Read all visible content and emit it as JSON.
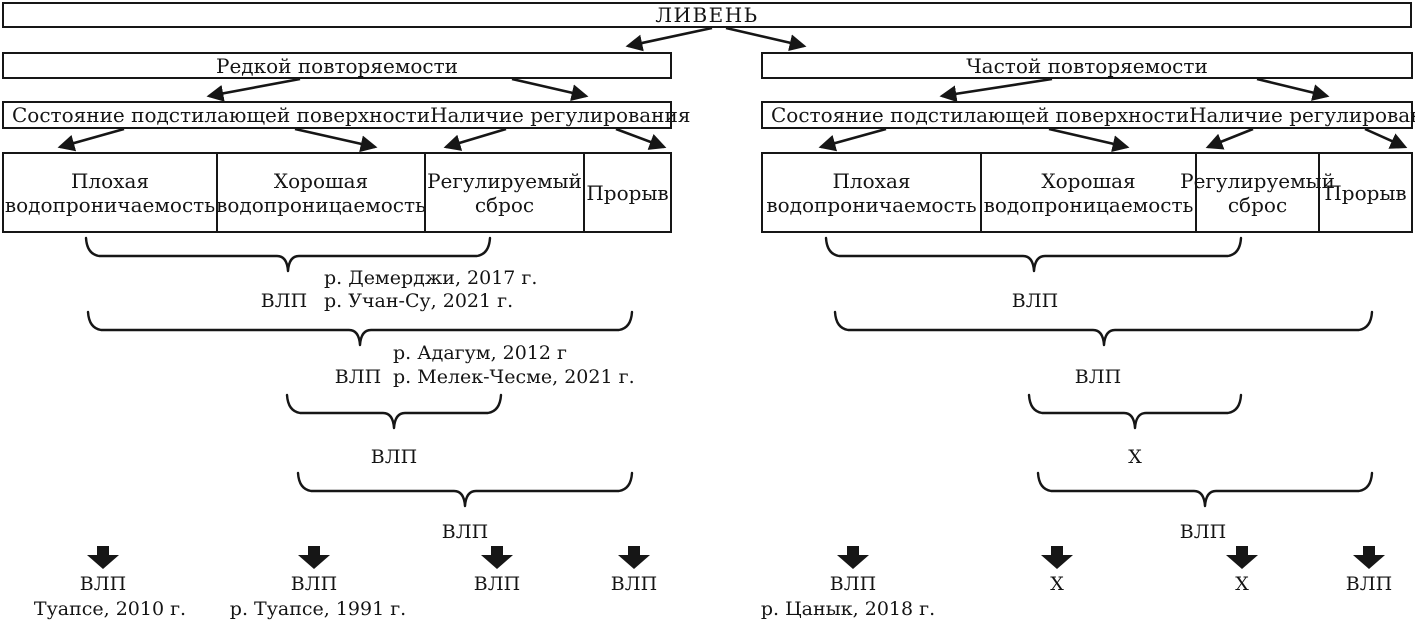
{
  "title": "ЛИВЕНЬ",
  "left": {
    "frequency_label": "Редкой повторяемости",
    "surface_label": "Состояние подстилающей поверхности",
    "regulation_label": "Наличие регулирования",
    "cells": [
      "Плохая водопроничаемость",
      "Хорошая водопроницаемость",
      "Регулируемый сброс",
      "Прорыв"
    ],
    "braces": [
      {
        "label": "ВЛП",
        "event1": "р. Демерджи, 2017 г.",
        "event2": "р. Учан-Су, 2021 г."
      },
      {
        "label": "ВЛП",
        "event1": "р. Адагум, 2012 г",
        "event2": "р. Мелек-Чесме, 2021 г."
      },
      {
        "label": "ВЛП"
      },
      {
        "label": "ВЛП"
      }
    ],
    "outcomes": [
      {
        "label": "ВЛП",
        "note": "Туапсе, 2010 г."
      },
      {
        "label": "ВЛП",
        "note": "р. Туапсе, 1991 г."
      },
      {
        "label": "ВЛП"
      },
      {
        "label": "ВЛП"
      }
    ]
  },
  "right": {
    "frequency_label": "Частой повторяемости",
    "surface_label": "Состояние подстилающей поверхности",
    "regulation_label": "Наличие регулирования",
    "cells": [
      "Плохая водопроничаемость",
      "Хорошая водопроницаемость",
      "Регулируемый сброс",
      "Прорыв"
    ],
    "braces": [
      {
        "label": "ВЛП"
      },
      {
        "label": "ВЛП"
      },
      {
        "label": "Х"
      },
      {
        "label": "ВЛП"
      }
    ],
    "outcomes": [
      {
        "label": "ВЛП",
        "note": "р. Цанык, 2018 г."
      },
      {
        "label": "Х"
      },
      {
        "label": "Х"
      },
      {
        "label": "ВЛП"
      }
    ]
  }
}
